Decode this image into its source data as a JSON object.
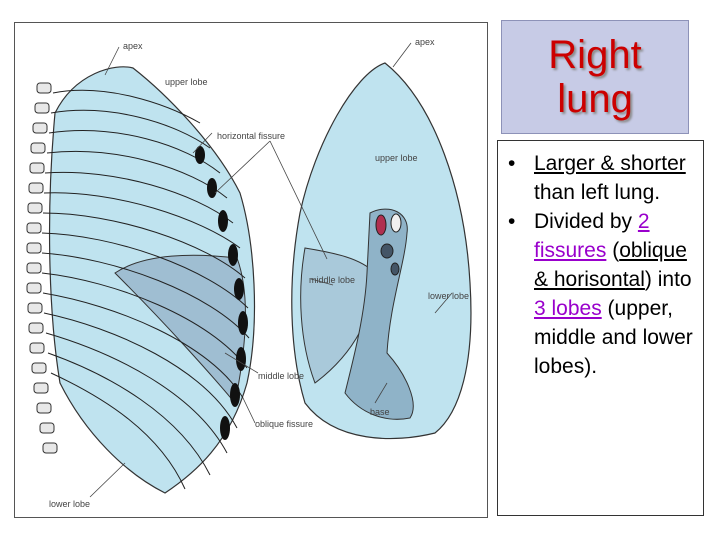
{
  "slide": {
    "title_line1": "Right",
    "title_line2": "lung",
    "bullets": [
      {
        "bullet": "•",
        "parts": {
          "a": "Larger & shorter",
          "b": " than left lung."
        }
      },
      {
        "bullet": "•",
        "parts": {
          "a": "Divided by ",
          "b": "2 fissures",
          "c": " (",
          "d": "oblique & horisontal",
          "e": ") into ",
          "f": "3 lobes",
          "g": " (upper, middle and lower lobes)."
        }
      }
    ]
  },
  "diagram": {
    "labels": {
      "apex_left": "apex",
      "apex_right": "apex",
      "upper_lobe_left": "upper lobe",
      "horizontal_fissure": "horizontal fissure",
      "upper_lobe_right": "upper lobe",
      "middle_lobe_right": "middle lobe",
      "lower_lobe_right": "lower lobe",
      "middle_lobe_left": "middle lobe",
      "oblique_fissure": "oblique fissure",
      "base": "base",
      "lower_lobe_left": "lower lobe"
    }
  },
  "colors": {
    "lung_fill": "#bfe3ef",
    "middle_lobe_fill": "#9fbed2",
    "title_color": "#cc0000",
    "accent_color": "#9900cc",
    "title_box_bg": "#c7cbe6"
  }
}
